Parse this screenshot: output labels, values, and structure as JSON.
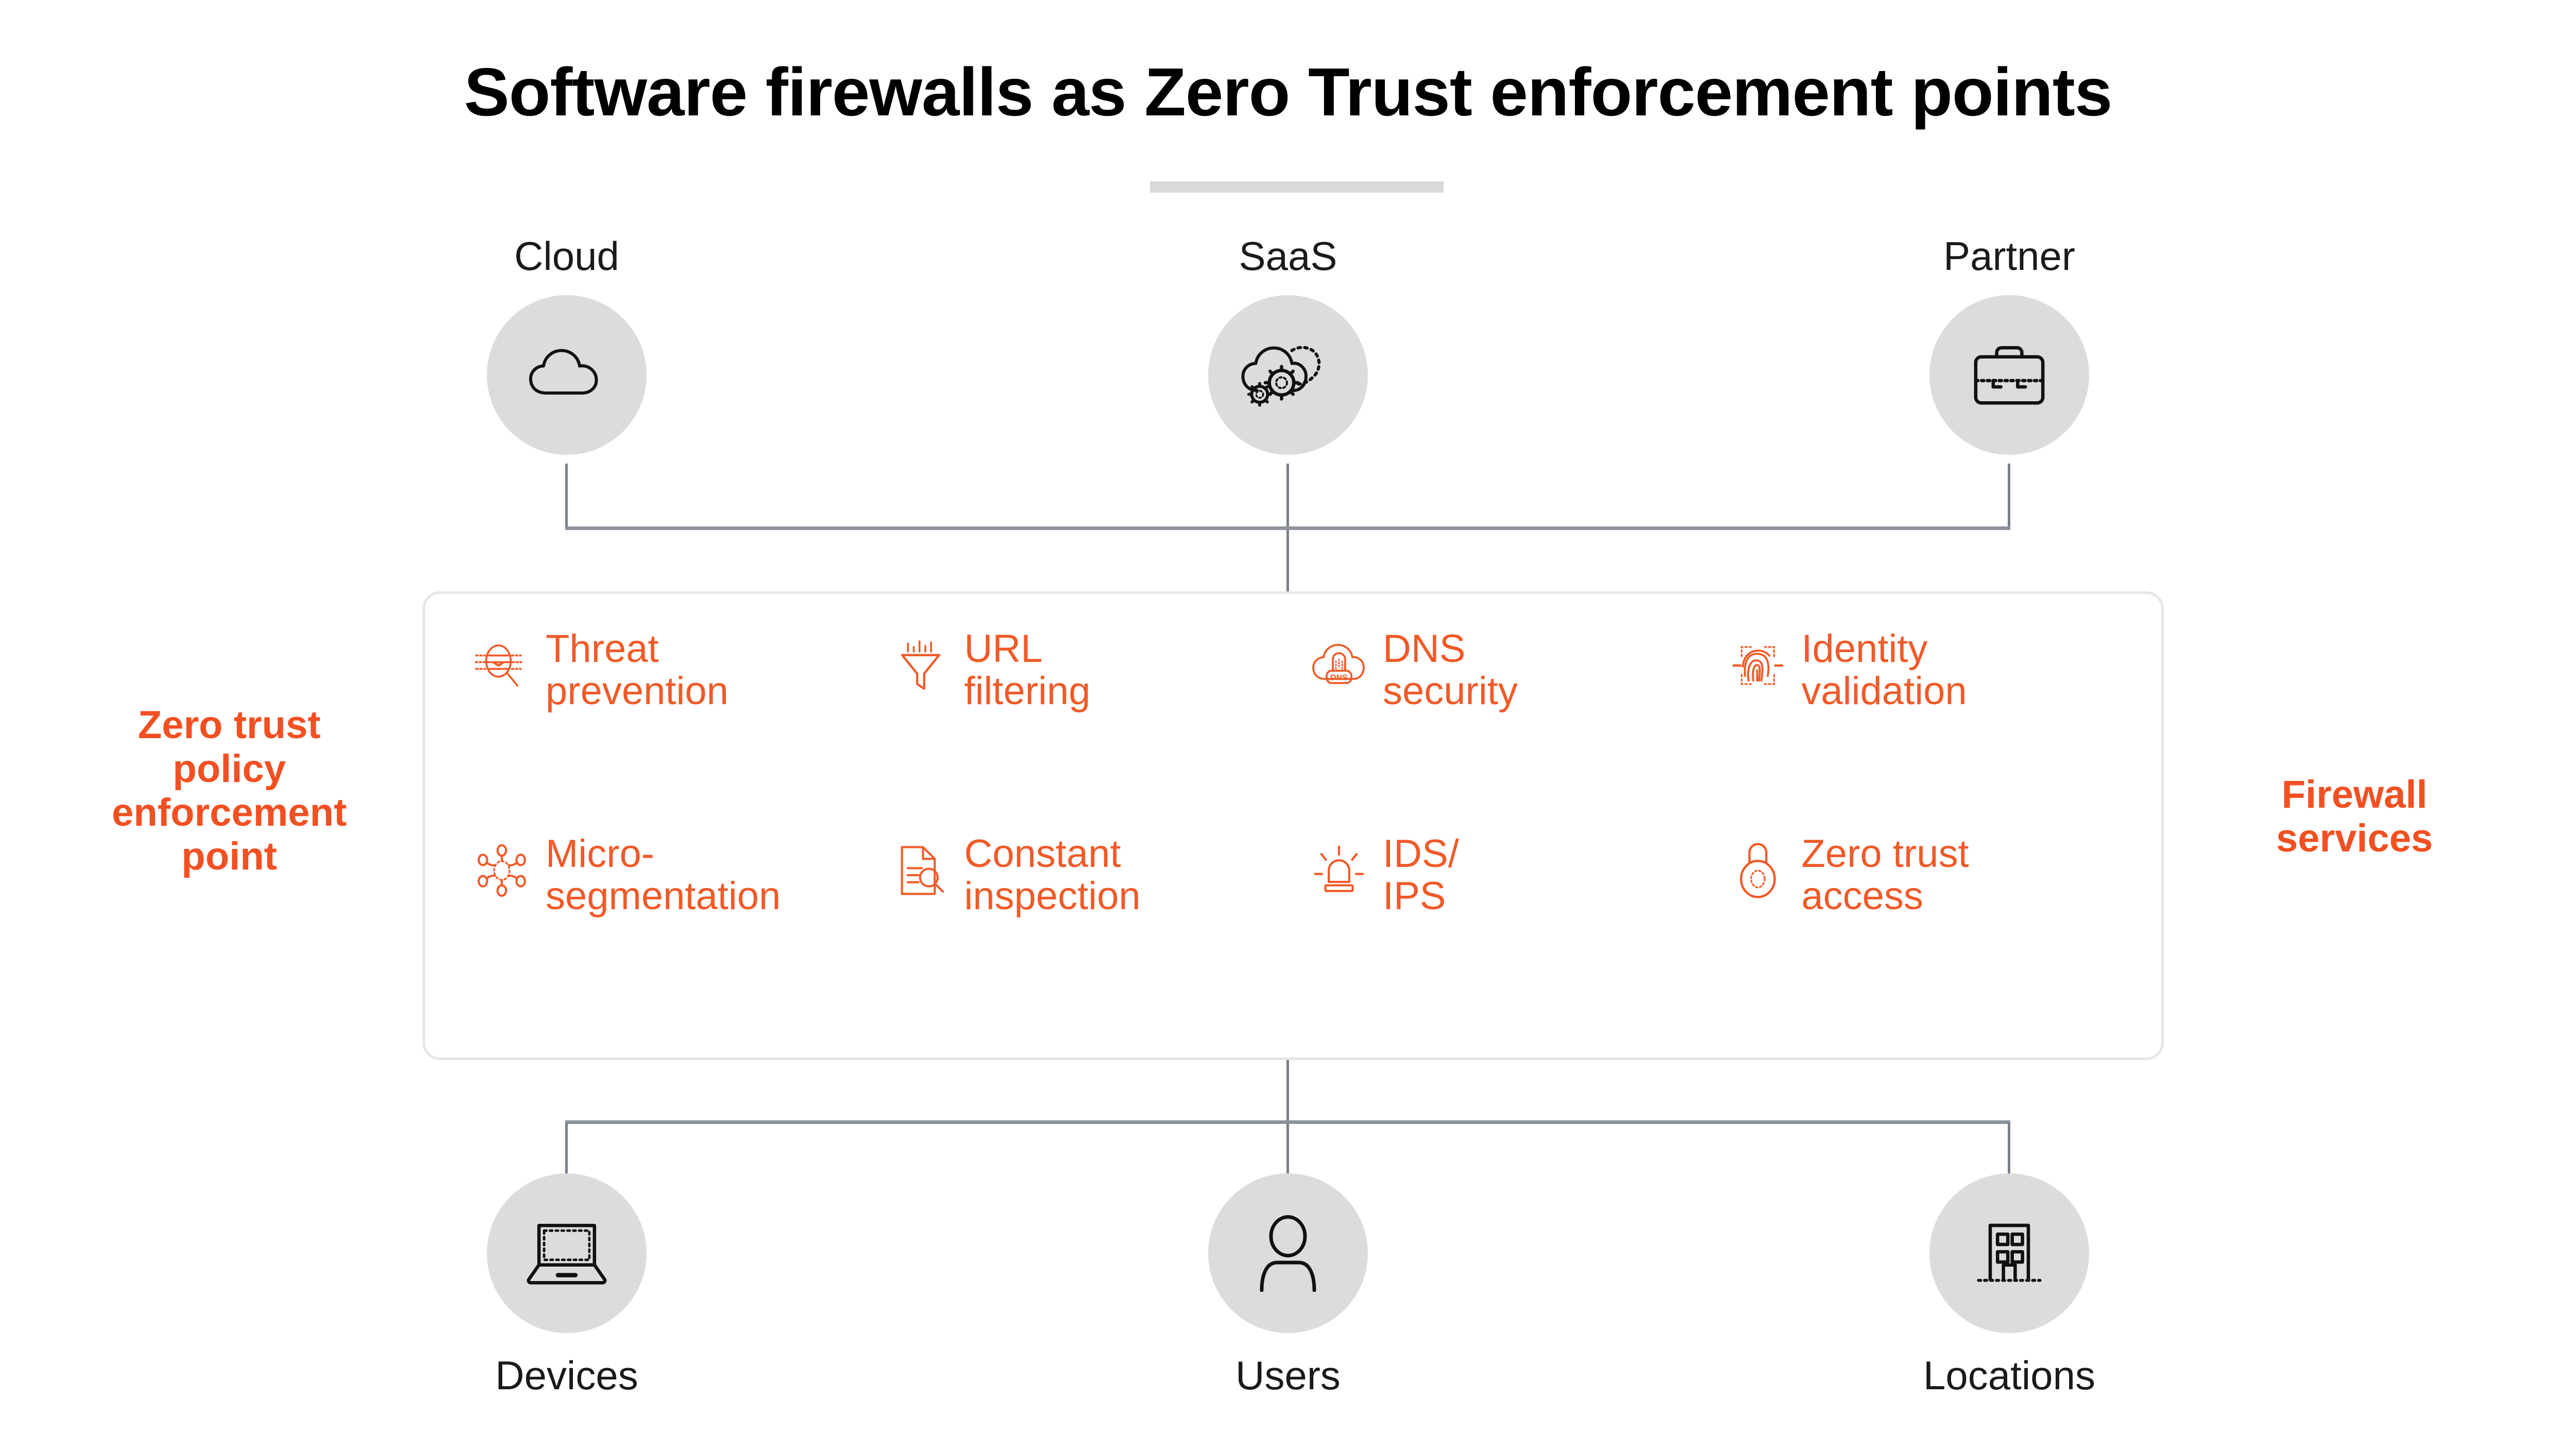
{
  "title": "Software firewalls as Zero Trust enforcement points",
  "colors": {
    "accent_orange": "#f05a28",
    "label_orange": "#f25022",
    "node_circle_gray": "#dcdcdc",
    "connector_gray": "#8d939b",
    "box_border_gray": "#e6e6e6",
    "title_black": "#000000"
  },
  "side_labels": {
    "left": "Zero trust\npolicy\nenforcement\npoint",
    "right": "Firewall\nservices"
  },
  "top_nodes": [
    {
      "label": "Cloud",
      "icon": "cloud-icon"
    },
    {
      "label": "SaaS",
      "icon": "cloud-gears-icon"
    },
    {
      "label": "Partner",
      "icon": "briefcase-icon"
    }
  ],
  "bottom_nodes": [
    {
      "label": "Devices",
      "icon": "laptop-icon"
    },
    {
      "label": "Users",
      "icon": "person-icon"
    },
    {
      "label": "Locations",
      "icon": "building-icon"
    }
  ],
  "services": [
    {
      "label": "Threat\nprevention",
      "icon": "threat-magnifier-icon"
    },
    {
      "label": "URL\nfiltering",
      "icon": "funnel-icon"
    },
    {
      "label": "DNS\nsecurity",
      "icon": "dns-cloud-icon"
    },
    {
      "label": "Identity\nvalidation",
      "icon": "fingerprint-scan-icon"
    },
    {
      "label": "Micro-\nsegmentation",
      "icon": "micro-segmentation-icon"
    },
    {
      "label": "Constant\ninspection",
      "icon": "document-magnifier-icon"
    },
    {
      "label": "IDS/\nIPS",
      "icon": "siren-icon"
    },
    {
      "label": "Zero trust\naccess",
      "icon": "padlock-icon"
    }
  ]
}
